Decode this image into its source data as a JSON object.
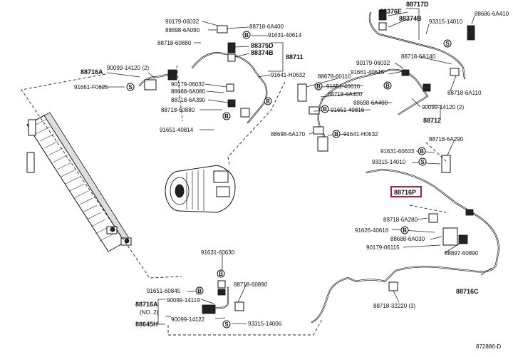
{
  "diagram_id": "872886-D",
  "labels": [
    "90179-06032",
    "88718-6A400",
    "88698-6A090",
    "91631-40614",
    "88718-60880",
    "88375D",
    "88374B",
    "88711",
    "88716A",
    "90099-14120 (2)",
    "91661-F0625",
    "91641-H0632",
    "90179-06032",
    "88688-6A080",
    "88718-6A390",
    "88718-60880",
    "91651-40814",
    "88717D",
    "88376E",
    "88374B",
    "93315-14010",
    "88686-6A410",
    "90179-06032",
    "88718-6A140",
    "91661-40615",
    "88678-60110",
    "91651-40616",
    "88718-6A400",
    "88698-6A400",
    "91651-40816",
    "88718-6A110",
    "90099-14120 (2)",
    "88712",
    "88698-6A170",
    "91641-H0632",
    "88718-6A290",
    "91631-60633",
    "93315-14010",
    "88716P",
    "88718-6A280",
    "91626-40616",
    "88688-6A030",
    "90179-06115",
    "88897-60890",
    "88716C",
    "88718-32220 (3)",
    "91631-60630",
    "91651-60845",
    "88718-60890",
    "88716A",
    "(NO. 2)",
    "90099-14119",
    "88645H",
    "90099-14122",
    "93315-14006"
  ],
  "highlighted_part": "88716P"
}
